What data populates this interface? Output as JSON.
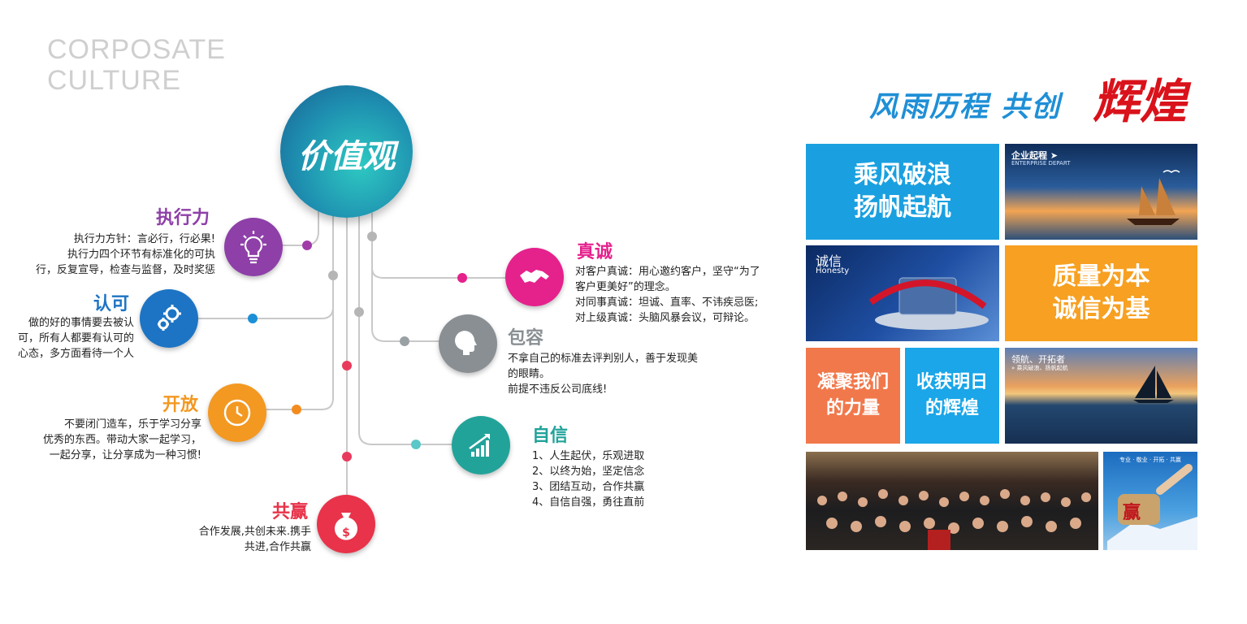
{
  "corporate": {
    "line1": "CORPOSATE",
    "line2": "CULTURE"
  },
  "hub_label": "价值观",
  "values": {
    "zhixingli": {
      "title": "执行力",
      "desc": [
        "执行力方针：言必行，行必果!",
        "执行力四个环节有标准化的可执",
        "行，反复宣导，检查与监督，及时奖惩"
      ]
    },
    "renke": {
      "title": "认可",
      "desc": [
        "做的好的事情要去被认",
        "可，所有人都要有认可的",
        "心态，多方面看待一个人"
      ]
    },
    "kaifang": {
      "title": "开放",
      "desc": [
        "不要闭门造车，乐于学习分享",
        "优秀的东西。带动大家一起学习，",
        "一起分享，让分享成为一种习惯!"
      ]
    },
    "gongying": {
      "title": "共赢",
      "desc": [
        "合作发展,共创未来.携手",
        "共进,合作共赢"
      ]
    },
    "zhencheng": {
      "title": "真诚",
      "desc": [
        "对客户真诚：用心邀约客户，坚守“为了",
        "客户更美好”的理念。",
        "对同事真诚：坦诚、直率、不讳疾忌医;",
        "对上级真诚：头脑风暴会议，可辩论。"
      ]
    },
    "baorong": {
      "title": "包容",
      "desc": [
        "不拿自己的标准去评判别人，善于发现美",
        "的眼睛。",
        "前提不违反公司底线!"
      ]
    },
    "zixin": {
      "title": "自信",
      "desc": [
        "1、人生起伏，乐观进取",
        "2、以终为始，坚定信念",
        "3、团结互动，合作共赢",
        "4、自信自强，勇往直前"
      ]
    }
  },
  "slogan": {
    "blue": "风雨历程 共创",
    "red": "辉煌"
  },
  "tiles": {
    "t1": [
      "乘风破浪",
      "扬帆起航"
    ],
    "t2": [
      "质量为本",
      "诚信为基"
    ],
    "t3": [
      "凝聚我们",
      "的力量"
    ],
    "t4": [
      "收获明日",
      "的辉煌"
    ]
  },
  "photos": {
    "sail": {
      "title": "企业起程 ➤",
      "sub": "ENTERPRISE DEPART"
    },
    "honesty": {
      "title": "诚信",
      "sub": "Honesty"
    },
    "boat": {
      "title": "领航、开拓者",
      "sub": "» 乘风破浪、扬帆起航"
    },
    "win": {
      "badge": "赢",
      "tags": "专业 · 敬业 · 开拓 · 共赢"
    }
  },
  "colors": {
    "teal": "#1f9fb0",
    "purple": "#8e3fa8",
    "blue": "#1d74c4",
    "orange": "#f39821",
    "red": "#e8334a",
    "magenta": "#e5218c",
    "gray": "#8a8f93",
    "green": "#22a39a"
  }
}
